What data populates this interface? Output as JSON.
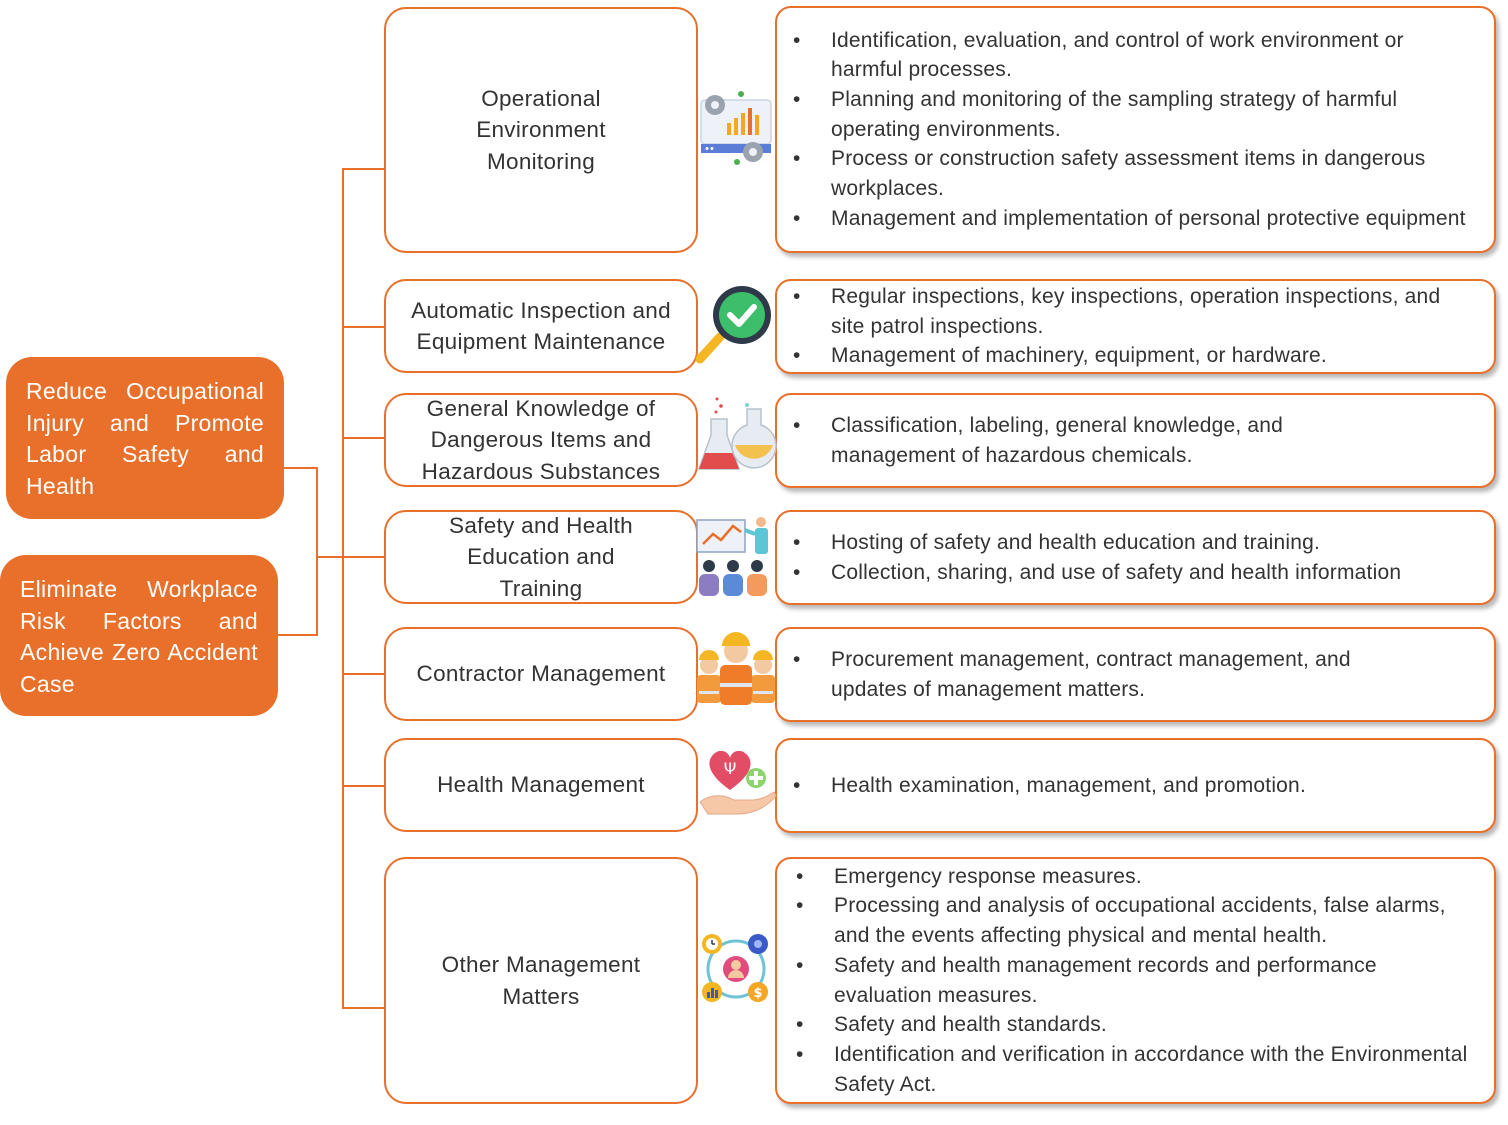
{
  "goals": [
    {
      "text": "Reduce Occupational Injury and Promote Labor Safety and Health"
    },
    {
      "text": "Eliminate Workplace Risk Factors and Achieve Zero Accident Case"
    }
  ],
  "categories": [
    {
      "label": "Operational Environment Monitoring",
      "icon": "monitoring-dashboard-icon",
      "items": [
        "Identification, evaluation, and control of work environment or harmful processes.",
        "Planning and monitoring of the sampling strategy of harmful operating environments.",
        "Process or construction safety assessment items in dangerous workplaces.",
        "Management and implementation of personal protective equipment"
      ]
    },
    {
      "label": "Automatic Inspection and Equipment Maintenance",
      "icon": "magnifier-check-icon",
      "items": [
        "Regular inspections, key inspections, operation inspections, and site patrol inspections.",
        "Management of machinery, equipment, or hardware."
      ]
    },
    {
      "label": "General Knowledge of Dangerous Items and Hazardous Substances",
      "icon": "chemical-flask-icon",
      "items": [
        "Classification, labeling, general knowledge, and management of hazardous chemicals."
      ]
    },
    {
      "label": "Safety and Health Education and Training",
      "icon": "training-presentation-icon",
      "items": [
        "Hosting of safety and health education and training.",
        "Collection, sharing, and use of safety and health information"
      ]
    },
    {
      "label": "Contractor Management",
      "icon": "construction-workers-icon",
      "items": [
        "Procurement management, contract management, and updates of management matters."
      ]
    },
    {
      "label": "Health Management",
      "icon": "heart-hand-icon",
      "items": [
        "Health examination, management, and promotion."
      ]
    },
    {
      "label": "Other Management Matters",
      "icon": "management-cycle-icon",
      "items": [
        "Emergency response measures.",
        "Processing and analysis of occupational accidents, false alarms, and the events affecting physical and mental health.",
        "Safety and health management records and performance evaluation measures.",
        "Safety and health standards.",
        "Identification and verification in accordance with the Environmental Safety Act."
      ]
    }
  ],
  "colors": {
    "accent": "#E8702A",
    "text": "#333333"
  }
}
